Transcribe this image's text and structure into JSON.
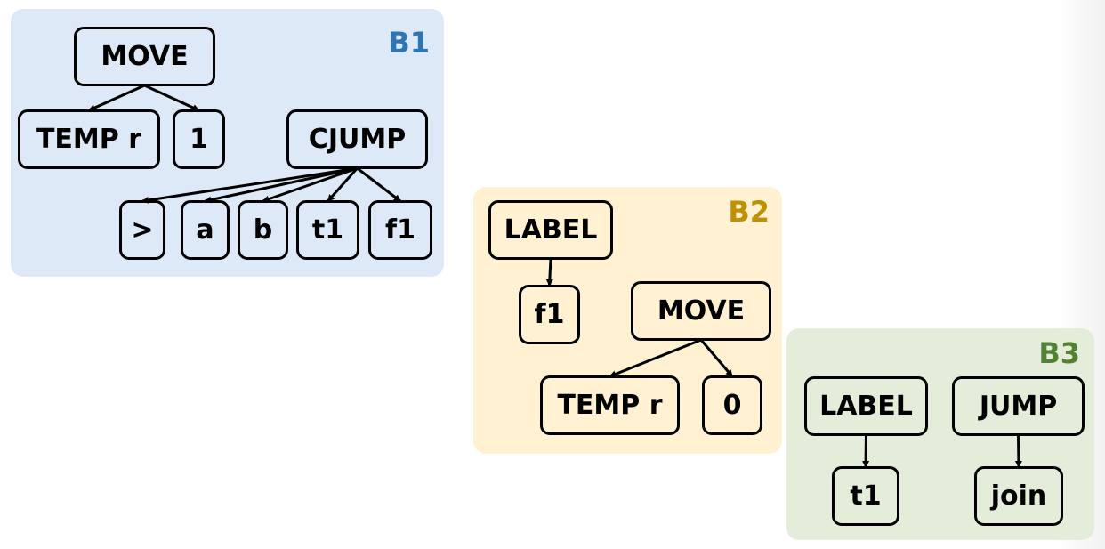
{
  "colors": {
    "b1_fill": "#dde9f6",
    "b1_label": "#2e75b6",
    "b2_fill": "#fff1d1",
    "b2_label": "#bf9000",
    "b3_fill": "#e3edda",
    "b3_label": "#548235",
    "edge": "#000000"
  },
  "blocks": {
    "b1": {
      "label": "B1",
      "nodes": {
        "move": "MOVE",
        "temp_r": "TEMP r",
        "one": "1",
        "cjump": "CJUMP",
        "gt": ">",
        "a": "a",
        "b": "b",
        "t1": "t1",
        "f1": "f1"
      }
    },
    "b2": {
      "label": "B2",
      "nodes": {
        "label": "LABEL",
        "f1": "f1",
        "move": "MOVE",
        "temp_r": "TEMP r",
        "zero": "0"
      }
    },
    "b3": {
      "label": "B3",
      "nodes": {
        "label": "LABEL",
        "jump": "JUMP",
        "t1": "t1",
        "join": "join"
      }
    }
  },
  "edges": [
    [
      "b1-move",
      "b1-temp-r"
    ],
    [
      "b1-move",
      "b1-one"
    ],
    [
      "b1-cjump",
      "b1-gt"
    ],
    [
      "b1-cjump",
      "b1-a"
    ],
    [
      "b1-cjump",
      "b1-b"
    ],
    [
      "b1-cjump",
      "b1-t1"
    ],
    [
      "b1-cjump",
      "b1-f1"
    ],
    [
      "b2-label",
      "b2-f1"
    ],
    [
      "b2-move",
      "b2-temp-r"
    ],
    [
      "b2-move",
      "b2-zero"
    ],
    [
      "b3-label",
      "b3-t1"
    ],
    [
      "b3-jump",
      "b3-join"
    ]
  ]
}
